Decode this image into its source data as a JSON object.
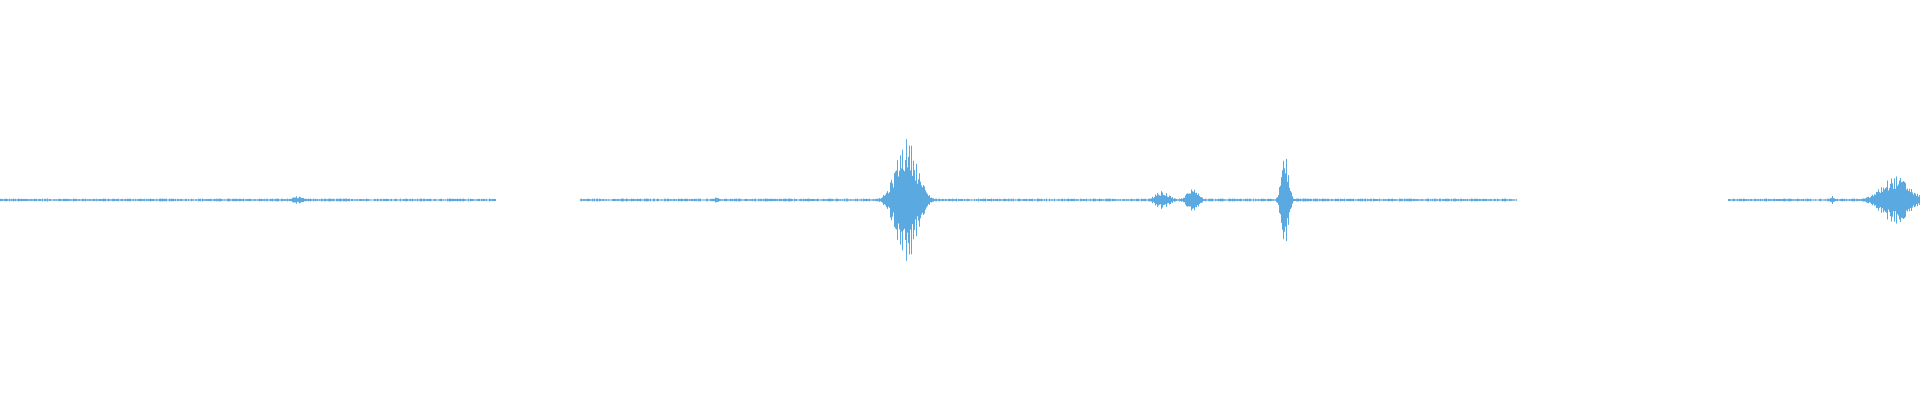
{
  "waveform": {
    "color": "#5aa9e0",
    "background": "#ffffff",
    "duration_fraction_segments": [
      {
        "start": 0.0,
        "end": 0.258,
        "baseline_amp": 0.006
      },
      {
        "start": 0.302,
        "end": 0.79,
        "baseline_amp": 0.006
      },
      {
        "start": 0.9,
        "end": 1.0,
        "baseline_amp": 0.006
      }
    ],
    "bursts": [
      {
        "center": 0.155,
        "width": 0.006,
        "amp": 0.02
      },
      {
        "center": 0.373,
        "width": 0.004,
        "amp": 0.014
      },
      {
        "center": 0.472,
        "width": 0.012,
        "amp": 0.31
      },
      {
        "center": 0.605,
        "width": 0.008,
        "amp": 0.045
      },
      {
        "center": 0.621,
        "width": 0.007,
        "amp": 0.055
      },
      {
        "center": 0.669,
        "width": 0.004,
        "amp": 0.23
      },
      {
        "center": 0.954,
        "width": 0.003,
        "amp": 0.02
      },
      {
        "center": 0.987,
        "width": 0.016,
        "amp": 0.12
      }
    ]
  }
}
